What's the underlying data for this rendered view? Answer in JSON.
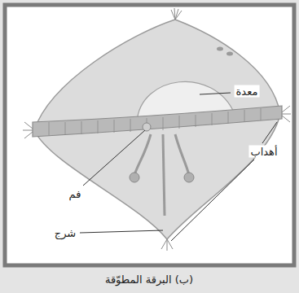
{
  "diagram": {
    "caption": "(ب) البرقة المطوّقة",
    "labels": [
      "معدة",
      "فم",
      "أهداب",
      "شرج"
    ]
  }
}
